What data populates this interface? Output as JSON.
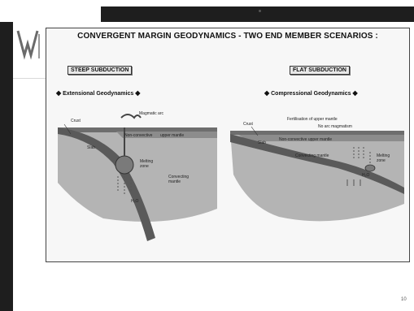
{
  "slide": {
    "title": "CONVERGENT MARGIN GEODYNAMICS  -  TWO END MEMBER SCENARIOS :",
    "page_number": "10"
  },
  "left_panel": {
    "box_label": "STEEP SUBDUCTION",
    "subtitle": "Extensional Geodynamics",
    "labels": {
      "crust": "Crust",
      "magmatic_arc": "Magmatic arc",
      "non_convective": "Non-convective",
      "upper_mantle": "upper mantle",
      "melting_zone_1": "Melting",
      "melting_zone_2": "zone",
      "convecting_1": "Convecting",
      "convecting_2": "mantle",
      "slab": "Slab",
      "h2o": "H₂O"
    }
  },
  "right_panel": {
    "box_label": "FLAT SUBDUCTION",
    "subtitle": "Compressional Geodynamics",
    "labels": {
      "crust": "Crust",
      "fertilisation": "Fertilisation of upper mantle",
      "no_arc": "No arc magmatism",
      "non_convective": "Non-convective  upper mantle",
      "convecting": "Convecting mantle",
      "melting_1": "Melting",
      "melting_2": "zone",
      "slab": "Slab",
      "h2o": "H₂O"
    }
  },
  "colors": {
    "background": "#ffffff",
    "bars": "#1e1e1e",
    "slab": "#5a5a5a",
    "mantle": "#b4b4b4",
    "crust": "#6e6e6e"
  }
}
